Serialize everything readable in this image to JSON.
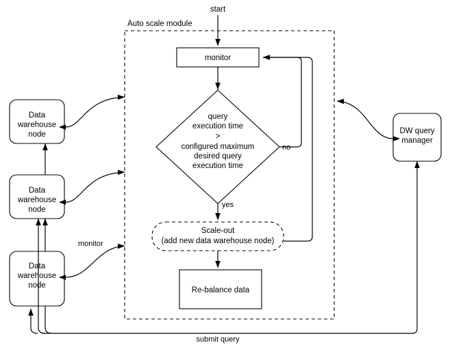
{
  "diagram": {
    "title_label": "Auto scale module",
    "start_label": "start",
    "monitor_box_label": "monitor",
    "decision": {
      "line1": "query",
      "line2": "execution time",
      "line3": ">",
      "line4": "configured maximum",
      "line5": "desired query",
      "line6": "execution time"
    },
    "branch_no_label": "no",
    "branch_yes_label": "yes",
    "scale_out": {
      "line1": "Scale-out",
      "line2": "(add new data warehouse node)"
    },
    "rebalance_label": "Re-balance data",
    "monitor_edge_label": "monitor",
    "submit_query_label": "submit query",
    "dw_query_manager": {
      "line1": "DW query",
      "line2": "manager"
    },
    "warehouse_nodes": [
      {
        "line1": "Data",
        "line2": "warehouse",
        "line3": "node"
      },
      {
        "line1": "Data",
        "line2": "warehouse",
        "line3": "node"
      },
      {
        "line1": "Data",
        "line2": "warehouse",
        "line3": "node"
      }
    ],
    "colors": {
      "stroke": "#000000",
      "fill": "#ffffff",
      "background": "#ffffff"
    }
  }
}
